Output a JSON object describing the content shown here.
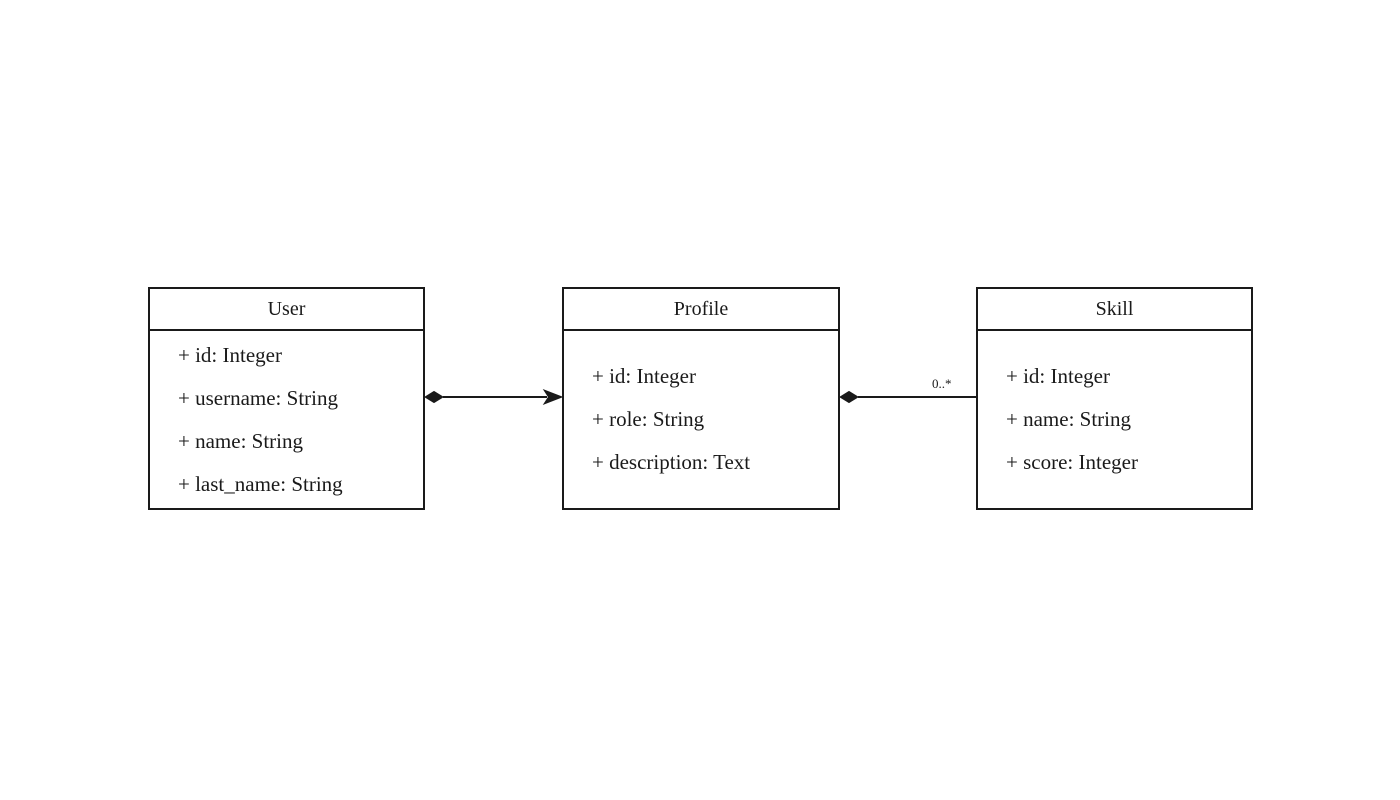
{
  "diagram": {
    "type": "uml-class-diagram",
    "entities": [
      {
        "name": "User",
        "attributes": [
          "+ id: Integer",
          "+ username: String",
          "+ name: String",
          "+ last_name: String"
        ]
      },
      {
        "name": "Profile",
        "attributes": [
          "+ id: Integer",
          "+ role: String",
          "+ description: Text"
        ]
      },
      {
        "name": "Skill",
        "attributes": [
          "+ id: Integer",
          "+ name: String",
          "+ score: Integer"
        ]
      }
    ],
    "relations": [
      {
        "from": "User",
        "to": "Profile",
        "source_marker": "filled-diamond",
        "target_marker": "filled-arrow",
        "target_label": ""
      },
      {
        "from": "Profile",
        "to": "Skill",
        "source_marker": "filled-diamond",
        "target_marker": "none",
        "target_label": "0..*"
      }
    ],
    "colors": {
      "stroke": "#1a1a1a",
      "shape_fill": "#ffffff",
      "text": "#1a1a1a",
      "background": "#ffffff"
    }
  }
}
